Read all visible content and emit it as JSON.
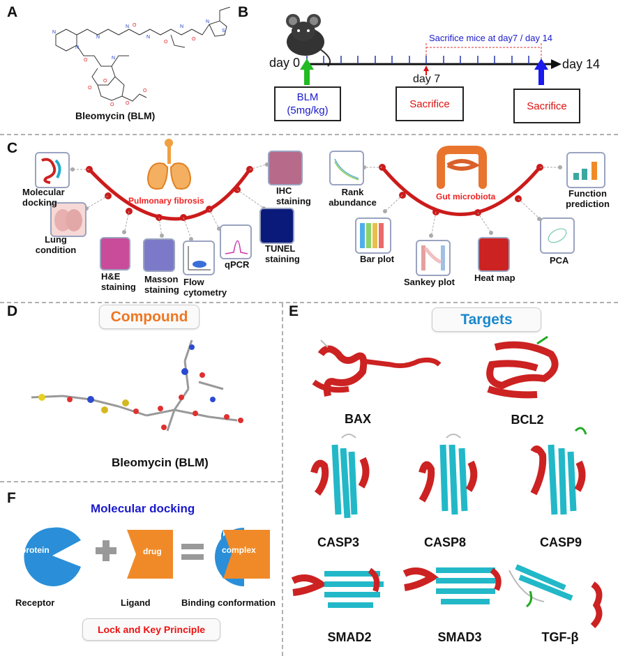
{
  "panel_labels": {
    "a": "A",
    "b": "B",
    "c": "C",
    "d": "D",
    "e": "E",
    "f": "F"
  },
  "panel_a": {
    "caption": "Bleomycin (BLM)"
  },
  "panel_b": {
    "day0": "day 0",
    "day7": "day 7",
    "day14": "day 14",
    "sacrifice_note": "Sacrifice mice at day7 / day 14",
    "blm_box_line1": "BLM",
    "blm_box_line2": "(5mg/kg)",
    "sacrifice_label": "Sacrifice",
    "colors": {
      "blm": "#1a1acc",
      "sacrifice": "#dd1111",
      "green_arrow": "#22bb22",
      "blue_arrow": "#1a1aee"
    }
  },
  "panel_c": {
    "pulmonary_title": "Pulmonary fibrosis",
    "gut_title": "Gut microbiota",
    "left_items": {
      "molecular_docking": "Molecular docking",
      "lung_condition": "Lung condition",
      "he_staining": "H&E staining",
      "masson_staining": "Masson staining",
      "flow_cytometry": "Flow cytometry",
      "qpcr": "qPCR",
      "tunel_staining": "TUNEL staining",
      "ihc_staining": "IHC staining"
    },
    "right_items": {
      "rank_abundance": "Rank abundance",
      "bar_plot": "Bar plot",
      "sankey_plot": "Sankey plot",
      "heat_map": "Heat map",
      "pca": "PCA",
      "function_prediction": "Function prediction"
    },
    "colors": {
      "arc": "#cc1b1b",
      "title": "#ee2222"
    }
  },
  "panel_d": {
    "header": "Compound",
    "caption": "Bleomycin (BLM)",
    "header_color": "#ee7722"
  },
  "panel_e": {
    "header": "Targets",
    "header_color": "#1a88cc",
    "proteins": {
      "bax": "BAX",
      "bcl2": "BCL2",
      "casp3": "CASP3",
      "casp8": "CASP8",
      "casp9": "CASP9",
      "smad2": "SMAD2",
      "smad3": "SMAD3",
      "tgfb": "TGF-β"
    }
  },
  "panel_f": {
    "title": "Molecular docking",
    "protein": "protein",
    "drug": "drug",
    "complex": "complex",
    "receptor": "Receptor",
    "ligand": "Ligand",
    "binding": "Binding conformation",
    "principle": "Lock and Key Principle",
    "colors": {
      "title": "#1a1acc",
      "protein": "#2a8fd8",
      "drug": "#f08a28",
      "principle": "#ee1111"
    }
  }
}
